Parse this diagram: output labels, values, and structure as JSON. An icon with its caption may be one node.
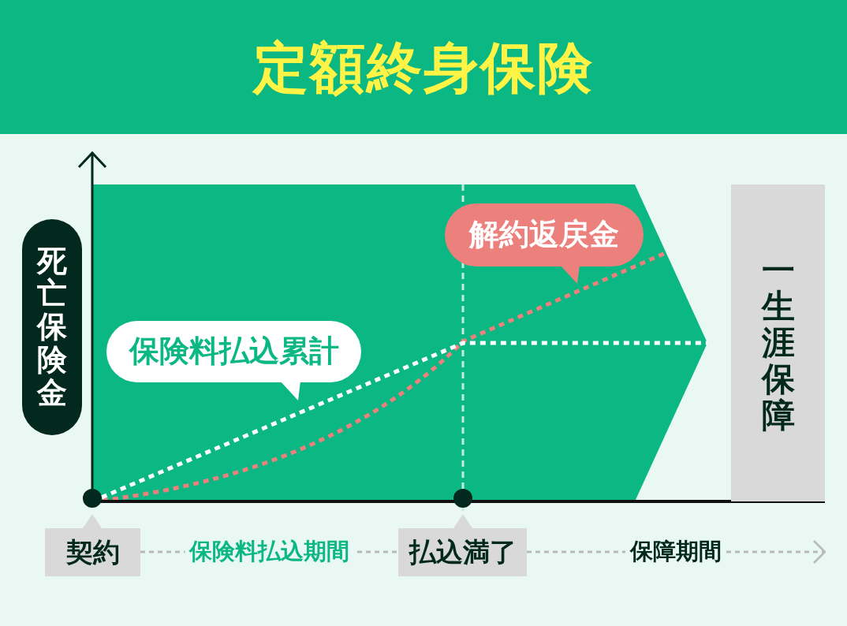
{
  "diagram": {
    "title": "定額終身保険",
    "nodes": [
      {
        "text": [
          "死亡保険金"
        ]
      },
      {
        "text": [
          "保険料払込累計"
        ]
      },
      {
        "text": [
          "解約返戻金"
        ]
      },
      {
        "text": [
          "一生涯保障"
        ]
      },
      {
        "text": [
          "契約"
        ]
      },
      {
        "text": [
          "払込満了"
        ]
      }
    ],
    "edges": [
      {
        "from": 4,
        "to": 5,
        "arrow": "none",
        "label": "保険料払込期間",
        "style": "dashed"
      },
      {
        "from": 5,
        "to": null,
        "arrow": "to",
        "label": "保障期間",
        "style": "dashed"
      }
    ]
  }
}
